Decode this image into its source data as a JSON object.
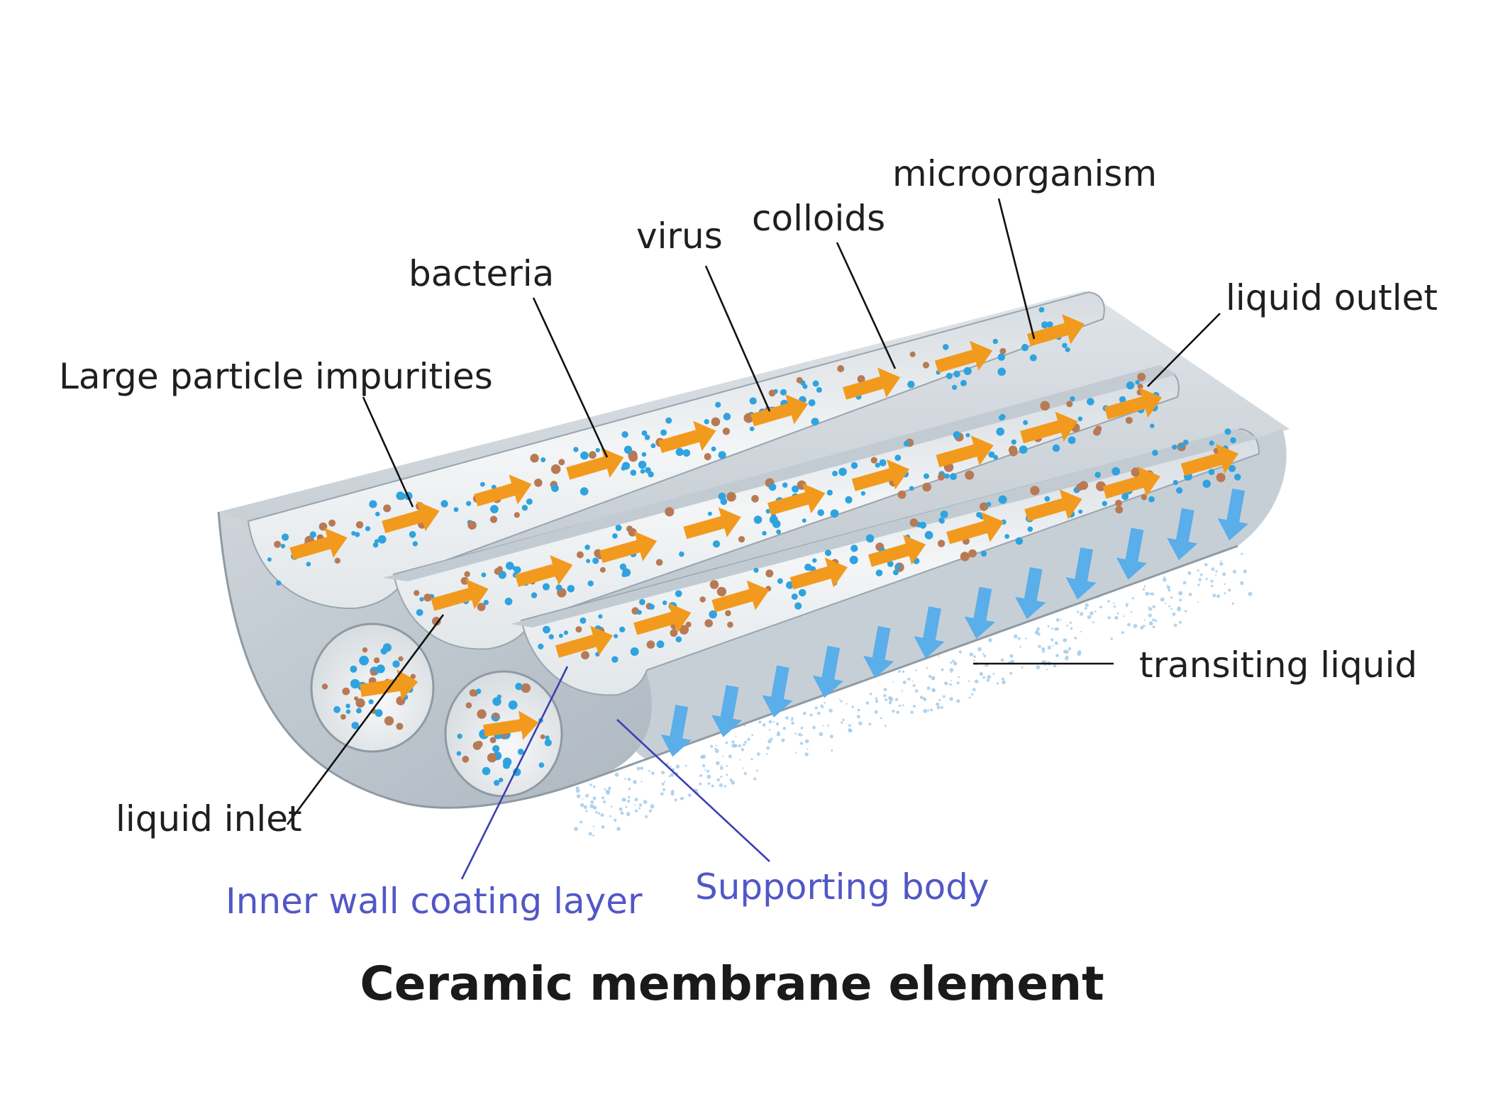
{
  "title": "Ceramic membrane element",
  "labels": {
    "large_particle": "Large particle impurities",
    "bacteria": "bacteria",
    "virus": "virus",
    "colloids": "colloids",
    "microorganism": "microorganism",
    "liquid_outlet": "liquid outlet",
    "transiting_liquid": "transiting liquid",
    "liquid_inlet": "liquid inlet",
    "inner_wall": "Inner wall coating layer",
    "supporting_body": "Supporting body"
  },
  "colors": {
    "body_gray": "#c9d0d6",
    "channel_light": "#eef1f3",
    "flow_arrow": "#f29a1e",
    "permeate_arrow": "#5aaeea",
    "particle_brown": "#b77a55",
    "particle_blue": "#2fa3df",
    "callout_blue": "#5257c6"
  },
  "icons": {
    "flow": "orange-flow-arrow",
    "permeate": "blue-permeate-arrow"
  }
}
